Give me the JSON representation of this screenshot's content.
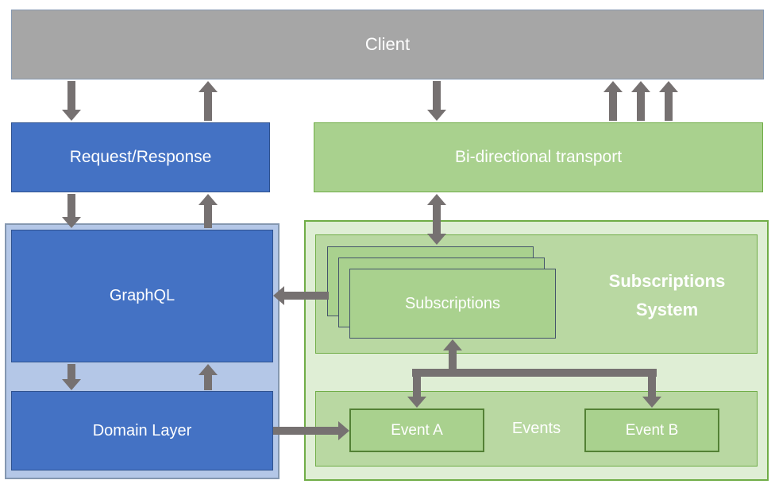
{
  "nodes": {
    "client": "Client",
    "request_response": "Request/Response",
    "bidirectional": "Bi-directional transport",
    "graphql": "GraphQL",
    "domain_layer": "Domain Layer",
    "subscriptions": "Subscriptions",
    "subscriptions_system": "Subscriptions System",
    "events": "Events",
    "event_a": "Event A",
    "event_b": "Event B"
  },
  "colors": {
    "client_fill": "#a6a6a6",
    "client_border": "#8497b0",
    "blue_fill": "#4472c4",
    "blue_border": "#2f528f",
    "green_fill": "#a9d18e",
    "green_border": "#70ad47",
    "panel_fill": "#b9d8a2",
    "container_green": "#dfeed5",
    "container_blue": "#b4c7e7",
    "card_border": "#44546a",
    "event_border": "#538135",
    "arrow": "#767171",
    "text": "#ffffff"
  }
}
